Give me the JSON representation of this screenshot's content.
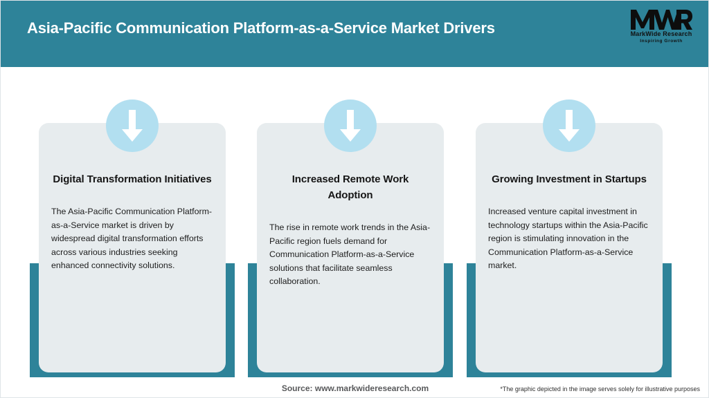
{
  "header": {
    "title": "Asia-Pacific Communication Platform-as-a-Service Market Drivers",
    "background_color": "#2e8399",
    "title_color": "#ffffff"
  },
  "logo": {
    "monogram": "MWR",
    "name": "MarkWide Research",
    "tagline": "Inspiring Growth"
  },
  "cards": [
    {
      "icon": "arrow-down-icon",
      "title": "Digital Transformation Initiatives",
      "body": "The Asia-Pacific Communication Platform-as-a-Service market is driven by widespread digital transformation efforts across various industries seeking enhanced connectivity solutions."
    },
    {
      "icon": "arrow-down-icon",
      "title": "Increased Remote Work Adoption",
      "body": "The rise in remote work trends in the Asia-Pacific region fuels demand for Communication Platform-as-a-Service solutions that facilitate seamless collaboration."
    },
    {
      "icon": "arrow-down-icon",
      "title": "Growing Investment in Startups",
      "body": "Increased venture capital investment in technology startups within the Asia-Pacific region is stimulating innovation in the Communication Platform-as-a-Service market."
    }
  ],
  "footer": {
    "source": "Source: www.markwideresearch.com",
    "disclaimer": "*The graphic depicted in the image serves solely for illustrative purposes"
  },
  "colors": {
    "accent_teal": "#2e8399",
    "icon_circle": "#b2dff0",
    "panel_grey": "#e7ecee"
  }
}
